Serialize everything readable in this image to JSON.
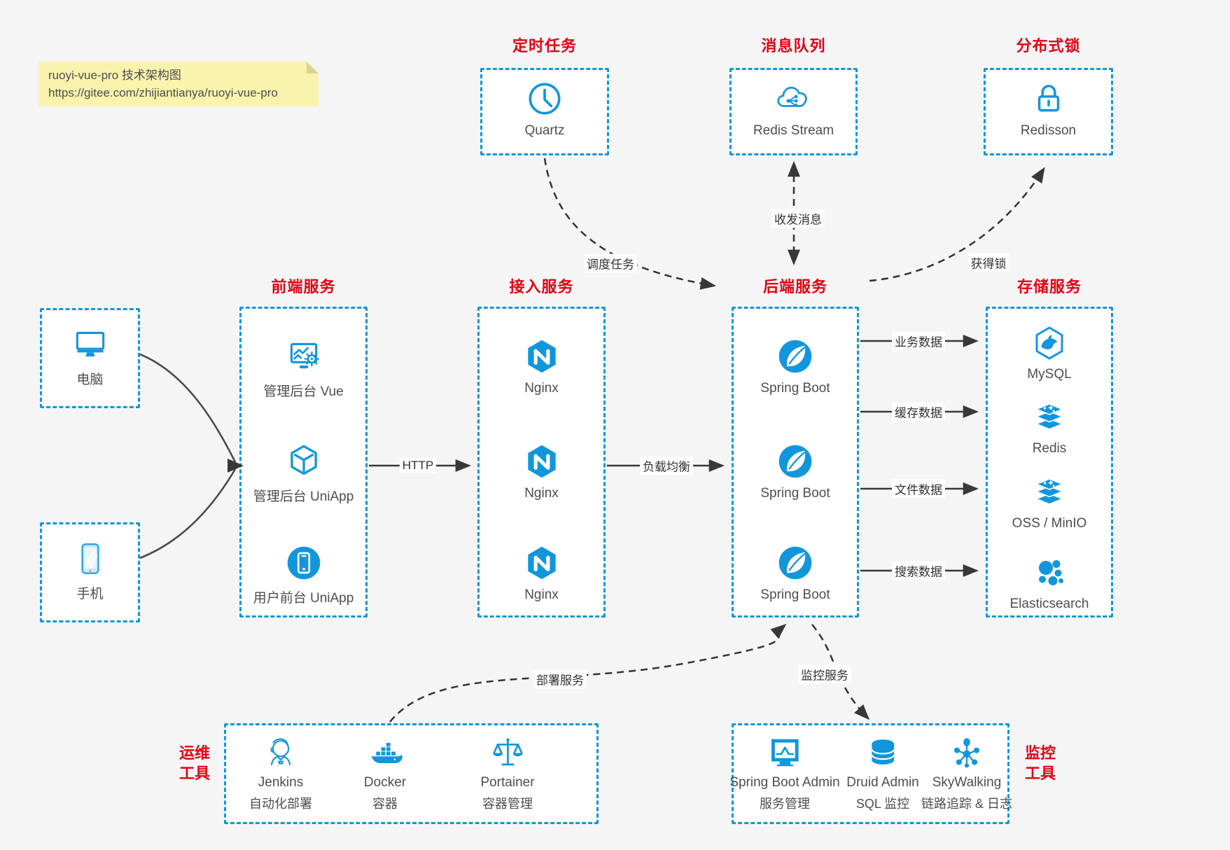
{
  "colors": {
    "accent_blue": "#1296db",
    "title_red": "#e60012",
    "label_gray": "#4d4d4d",
    "arrow_dark": "#383838",
    "note_yellow": "#faf3ad",
    "background": "#f5f5f5"
  },
  "note": {
    "line1": "ruoyi-vue-pro 技术架构图",
    "line2": "https://gitee.com/zhijiantianya/ruoyi-vue-pro"
  },
  "top": {
    "timer": {
      "title": "定时任务",
      "item": {
        "label": "Quartz",
        "icon": "clock-icon"
      }
    },
    "mq": {
      "title": "消息队列",
      "item": {
        "label": "Redis Stream",
        "icon": "cloud-stream-icon"
      }
    },
    "lock": {
      "title": "分布式锁",
      "item": {
        "label": "Redisson",
        "icon": "lock-icon"
      }
    }
  },
  "clients": {
    "pc": {
      "label": "电脑",
      "icon": "desktop-icon"
    },
    "mobile": {
      "label": "手机",
      "icon": "mobile-icon"
    }
  },
  "frontend": {
    "title": "前端服务",
    "items": [
      {
        "label": "管理后台 Vue",
        "icon": "admin-vue-icon"
      },
      {
        "label": "管理后台 UniApp",
        "icon": "cube-icon"
      },
      {
        "label": "用户前台 UniApp",
        "icon": "user-app-icon"
      }
    ]
  },
  "gateway": {
    "title": "接入服务",
    "items": [
      {
        "label": "Nginx",
        "icon": "nginx-icon"
      },
      {
        "label": "Nginx",
        "icon": "nginx-icon"
      },
      {
        "label": "Nginx",
        "icon": "nginx-icon"
      }
    ]
  },
  "backend": {
    "title": "后端服务",
    "items": [
      {
        "label": "Spring Boot",
        "icon": "spring-icon"
      },
      {
        "label": "Spring Boot",
        "icon": "spring-icon"
      },
      {
        "label": "Spring Boot",
        "icon": "spring-icon"
      }
    ]
  },
  "storage": {
    "title": "存储服务",
    "items": [
      {
        "label": "MySQL",
        "icon": "mysql-icon"
      },
      {
        "label": "Redis",
        "icon": "redis-stack-icon"
      },
      {
        "label": "OSS / MinIO",
        "icon": "storage-stack-icon"
      },
      {
        "label": "Elasticsearch",
        "icon": "elasticsearch-icon"
      }
    ]
  },
  "ops": {
    "title_line1": "运维",
    "title_line2": "工具",
    "items": [
      {
        "name": "Jenkins",
        "desc": "自动化部署",
        "icon": "jenkins-icon"
      },
      {
        "name": "Docker",
        "desc": "容器",
        "icon": "docker-icon"
      },
      {
        "name": "Portainer",
        "desc": "容器管理",
        "icon": "scales-icon"
      }
    ]
  },
  "monitoring": {
    "title_line1": "监控",
    "title_line2": "工具",
    "items": [
      {
        "name": "Spring Boot Admin",
        "desc": "服务管理",
        "icon": "monitor-pulse-icon"
      },
      {
        "name": "Druid Admin",
        "desc": "SQL 监控",
        "icon": "database-icon"
      },
      {
        "name": "SkyWalking",
        "desc": "链路追踪 & 日志",
        "icon": "topology-icon"
      }
    ]
  },
  "edges": {
    "schedule": "调度任务",
    "message": "收发消息",
    "acquire_lock": "获得锁",
    "http": "HTTP",
    "load_balance": "负载均衡",
    "business_data": "业务数据",
    "cache_data": "缓存数据",
    "file_data": "文件数据",
    "search_data": "搜索数据",
    "deploy": "部署服务",
    "monitor": "监控服务"
  }
}
